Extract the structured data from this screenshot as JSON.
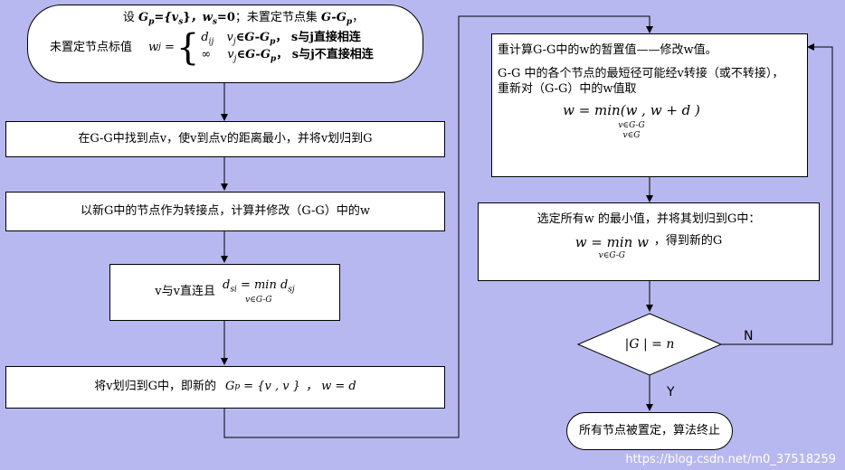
{
  "start": {
    "line1_prefix": "设",
    "line1_sets": "G",
    "line1_eq": "={v",
    "line1_close": "}",
    "line1_ws": "，w",
    "line1_ws_eq": "=0",
    "line1_rest": "；未置定节点集",
    "line1_tail": "G-G",
    "line1_comma": "，",
    "line2_label": "未置定节点标值",
    "line2_w": "w",
    "case1_val": "d",
    "case1_cond": "v",
    "case1_in": "∈G-G",
    "case1_text": "，  s与j直接相连",
    "case2_val": "∞",
    "case2_cond": "v",
    "case2_in": "∈G-G",
    "case2_text": "，  s与j不直接相连"
  },
  "step1": "在G-G中找到点v，使v到点v的距离最小，并将v划归到G",
  "step2": "以新G中的节点作为转接点，计算并修改（G-G）中的w",
  "step3": {
    "left": "v与v直连且",
    "formula": "d",
    "eq": "= min d",
    "under": "v∈G-G"
  },
  "step4": {
    "left": "将v划归到G中，即新的",
    "gp": "G",
    "set": "= {v , v }",
    "w": "，  w = d"
  },
  "right1": {
    "line1": "重计算G-G中的w的暂置值——修改w值。",
    "line2": "G-G 中的各个节点的最短径可能经v转接（或不转接），",
    "line3": "重新对（G-G）中的w值取",
    "formula": "w  = min(w , w  + d  )",
    "under1": "v∈G-G",
    "under2": "v∈G"
  },
  "right2": {
    "line1": "选定所有w 的最小值，并将其划归到G中：",
    "formula": "w  =  min  w ",
    "under": "v∈G-G",
    "tail": "，得到新的G"
  },
  "decision": {
    "text": "|G | = n"
  },
  "end": {
    "text": "所有节点被置定，算法终止"
  },
  "labels": {
    "no": "N",
    "yes": "Y"
  },
  "watermark": "https://blog.csdn.net/m0_37518259"
}
